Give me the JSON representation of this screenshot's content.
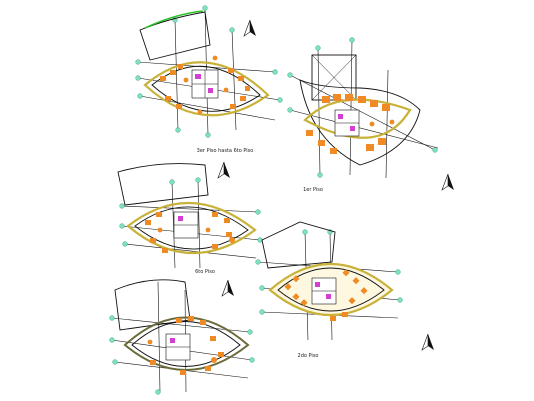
{
  "colors": {
    "background": "#ffffff",
    "linework": "#111111",
    "furniture": "#f08a24",
    "facade": "#c9b23a",
    "grid_nodes": "#7fe0c0",
    "core_magenta": "#d23fd2",
    "roof_green": "#29c229"
  },
  "plans": [
    {
      "label": "3er Piso hasta 6to Piso"
    },
    {
      "label": "1er Piso"
    },
    {
      "label": "6to Piso"
    },
    {
      "label": "2do Piso"
    },
    {
      "label": ""
    }
  ],
  "north_arrow_icon": "north-arrow-icon"
}
